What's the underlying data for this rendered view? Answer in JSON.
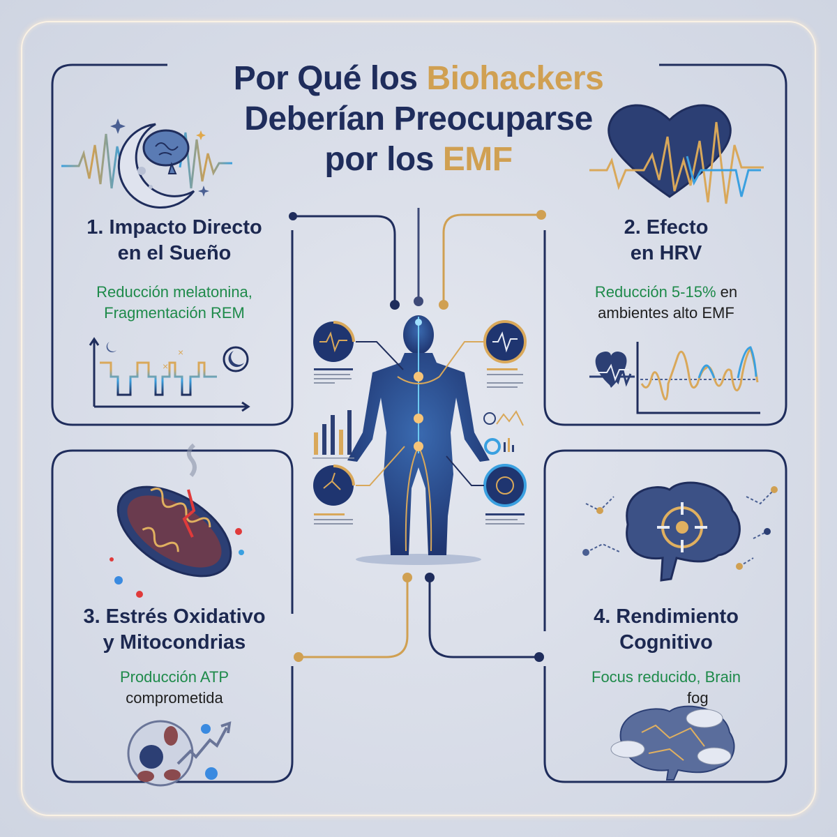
{
  "title": {
    "line1_prefix": "Por Qué los ",
    "line1_accent": "Biohackers",
    "line2": "Deberían Preocuparse",
    "line3_prefix": "por los ",
    "line3_accent": "EMF"
  },
  "colors": {
    "navy": "#1f2d5c",
    "gold": "#d0a052",
    "green": "#1e8a4a",
    "sky": "#3aa0e0",
    "background": "#d7dce7"
  },
  "cards": [
    {
      "number": "1.",
      "title_line1": "1. Impacto Directo",
      "title_line2": "en el Sueño",
      "desc_green": "Reducción melatonina, Fragmentación REM",
      "desc_green_line1": "Reducción melatonina,",
      "desc_green_line2": "Fragmentación REM",
      "desc_plain": "",
      "icon": "moon-brain-icon",
      "mini_chart": "sleep-hypnogram-icon"
    },
    {
      "number": "2.",
      "title_line1": "2. Efecto",
      "title_line2": "en HRV",
      "desc_green": "Reducción 5-15%",
      "desc_plain_line1": " en",
      "desc_plain_line2": "ambientes alto EMF",
      "icon": "heart-ecg-icon",
      "mini_chart": "hrv-wave-chart-icon"
    },
    {
      "number": "3.",
      "title_line1": "3. Estrés Oxidativo",
      "title_line2": "y Mitocondrias",
      "desc_green": "Producción ATP",
      "desc_plain": "comprometida",
      "icon": "mitochondria-icon",
      "mini_chart": "cell-atp-decline-icon"
    },
    {
      "number": "4.",
      "title_line1": "4. Rendimiento",
      "title_line2": "Cognitivo",
      "desc_green": "Focus reducido, Brain",
      "desc_plain": "fog",
      "icon": "brain-target-icon",
      "mini_chart": "brain-fog-icon"
    }
  ],
  "center": {
    "figure": "human-body-icon",
    "widgets": [
      "ecg-badge-icon",
      "pulse-badge-icon",
      "molecule-badge-icon",
      "cell-badge-icon",
      "bar-chart-icon",
      "analytics-icon"
    ]
  }
}
